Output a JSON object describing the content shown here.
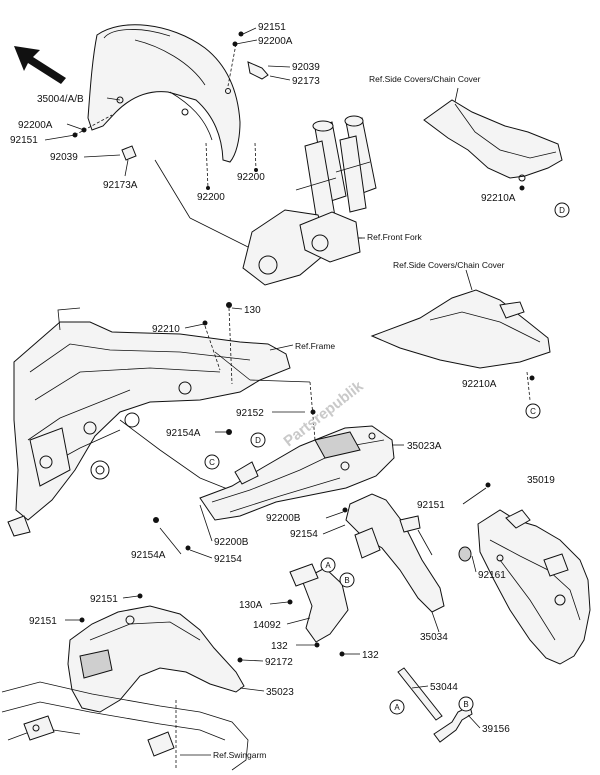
{
  "diagram": {
    "labels": {
      "p92151_top": "92151",
      "p92200A_top": "92200A",
      "p92039_top": "92039",
      "p92173": "92173",
      "p35004": "35004/A/B",
      "p92200A_left": "92200A",
      "p92151_left": "92151",
      "p92039_left": "92039",
      "p92173A": "92173A",
      "p92200_a": "92200",
      "p92200_b": "92200",
      "p92210A_right": "92210A",
      "p130": "130",
      "p92210": "92210",
      "p92210A_mid": "92210A",
      "p92152": "92152",
      "p92154A_mid": "92154A",
      "p35023A": "35023A",
      "p92151_mid": "92151",
      "p35019": "35019",
      "p92200B_a": "92200B",
      "p92154_a": "92154",
      "p92154A_low": "92154A",
      "p92200B_b": "92200B",
      "p92154_b": "92154",
      "p92161": "92161",
      "p130A": "130A",
      "p14092": "14092",
      "p132_a": "132",
      "p132_b": "132",
      "p35034": "35034",
      "p92151_low": "92151",
      "p92151_low2": "92151",
      "p92172": "92172",
      "p35023": "35023",
      "p53044": "53044",
      "p39156": "39156"
    },
    "refs": {
      "side_covers_1": "Ref.Side Covers/Chain Cover",
      "side_covers_2": "Ref.Side Covers/Chain Cover",
      "front_fork": "Ref.Front Fork",
      "frame": "Ref.Frame",
      "swingarm": "Ref.Swingarm"
    },
    "callouts": {
      "A": "A",
      "B": "B",
      "C": "C",
      "D": "D"
    },
    "watermark": "Partsrepublik"
  }
}
